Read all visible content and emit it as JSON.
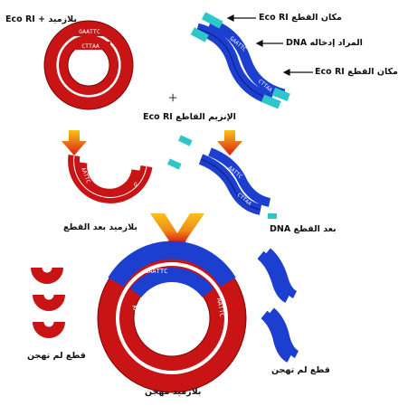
{
  "colors": {
    "plasmid_red": "#c81414",
    "plasmid_dark": "#7a0505",
    "dna_blue": "#1c3fd0",
    "dna_dark": "#0d1f7a",
    "cut_site_cyan": "#2ec7c9",
    "arrow_top": "#f7c21a",
    "arrow_bottom": "#d92010"
  },
  "labels": {
    "plasmid_plus_ecori": "Eco RI + بلازميد",
    "cut_site_1": "Eco RI مكان القطع",
    "dna_to_insert": "DNA المراد إدخاله",
    "cut_site_2": "Eco RI مكان القطع",
    "plus_sign": "+",
    "cutting_enzyme": "Eco RI الإنزيم القاطع",
    "plasmid_after_cut": "بلازميد بعد القطع",
    "dna_after_cut": "DNA بعد القطع",
    "unhybridized_left": "قطع لم تهجن",
    "unhybridized_right": "قطع لم تهجن",
    "hybrid_plasmid": "بلازميد مهجن"
  },
  "sequences": {
    "gaattc": "GAATTC",
    "aattc": "AATTC",
    "cttaa": "CTTAA",
    "g": "G"
  },
  "icons": [
    "down-arrow-icon",
    "v-merge-arrow-icon",
    "leader-arrow-icon"
  ]
}
